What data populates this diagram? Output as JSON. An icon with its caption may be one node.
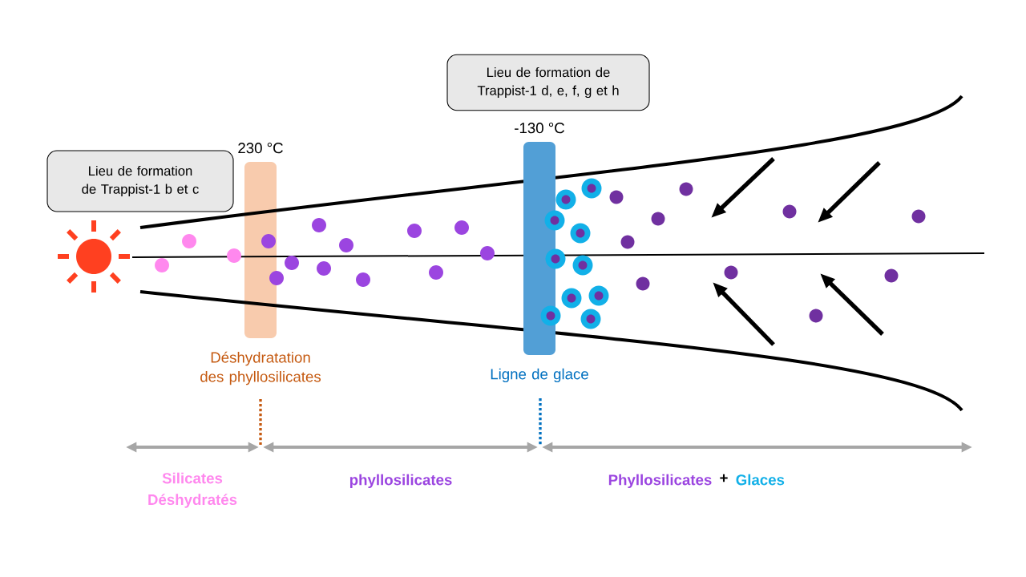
{
  "diagram": {
    "nodes": [
      {
        "text": [
          "Lieu de formation de Trappist-1 b et c"
        ]
      },
      {
        "text": [
          "Lieu de formation de Trappist-1 d, e, f, g et h"
        ]
      },
      {
        "text": [
          "230 °C"
        ],
        "beside": [
          "Déshydratation des phyllosilicates"
        ]
      },
      {
        "text": [
          "-130 °C"
        ],
        "beside": [
          "Ligne de glace"
        ]
      }
    ],
    "labels": [
      "Silicates Déshydratés",
      "phyllosilicates",
      "Phyllosilicates",
      "+",
      "Glaces"
    ]
  }
}
